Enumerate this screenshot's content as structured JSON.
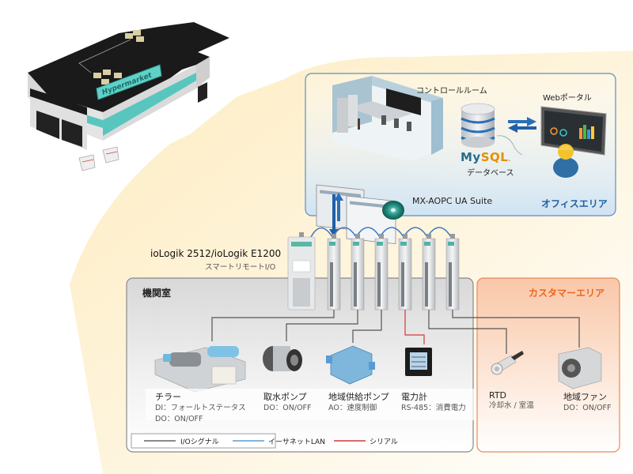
{
  "colors": {
    "background_fan": "#fdf0cc",
    "office_area_fill": "#dcebf6",
    "office_area_border": "#5b8fbd",
    "office_area_label": "#1f5fa8",
    "machine_room_fill": "#e6e6e6",
    "machine_room_border": "#8a8a8a",
    "customer_area_fill": "#fbd9c6",
    "customer_area_border": "#e88a5a",
    "customer_area_label": "#e8681e",
    "io_signal_line": "#444444",
    "ethernet_line": "#5b9bd5",
    "serial_line": "#d23a3a",
    "mysql_blue": "#2b6b8f",
    "mysql_orange": "#e48e00"
  },
  "building": {
    "sign_text": "Hypermarket"
  },
  "office_area": {
    "label": "オフィスエリア",
    "control_room_label": "コントロールルーム",
    "database_logo": "MySQL",
    "database_label": "データベース",
    "web_portal_label": "Webポータル",
    "software_label": "MX-AOPC UA Suite"
  },
  "io_module": {
    "title": "ioLogik 2512/ioLogik E1200",
    "subtitle": "スマートリモートI/O",
    "module_count": 6
  },
  "machine_room": {
    "label": "機関室"
  },
  "customer_area": {
    "label": "カスタマーエリア"
  },
  "devices": [
    {
      "name": "チラー",
      "lines": [
        "DI：フォールトステータス",
        "DO：ON/OFF"
      ],
      "connection": "io"
    },
    {
      "name": "取水ポンプ",
      "lines": [
        "DO：ON/OFF"
      ],
      "connection": "io"
    },
    {
      "name": "地域供給ポンプ",
      "lines": [
        "AO：速度制御"
      ],
      "connection": "io"
    },
    {
      "name": "電力計",
      "lines": [
        "RS-485：消費電力"
      ],
      "connection": "serial"
    },
    {
      "name": "RTD",
      "lines": [
        "冷却水 / 室温"
      ],
      "connection": "io"
    },
    {
      "name": "地域ファン",
      "lines": [
        "DO：ON/OFF"
      ],
      "connection": "io"
    }
  ],
  "legend": {
    "items": [
      {
        "label": "I/Oシグナル",
        "type": "io"
      },
      {
        "label": "イーサネットLAN",
        "type": "ethernet"
      },
      {
        "label": "シリアル",
        "type": "serial"
      }
    ]
  }
}
